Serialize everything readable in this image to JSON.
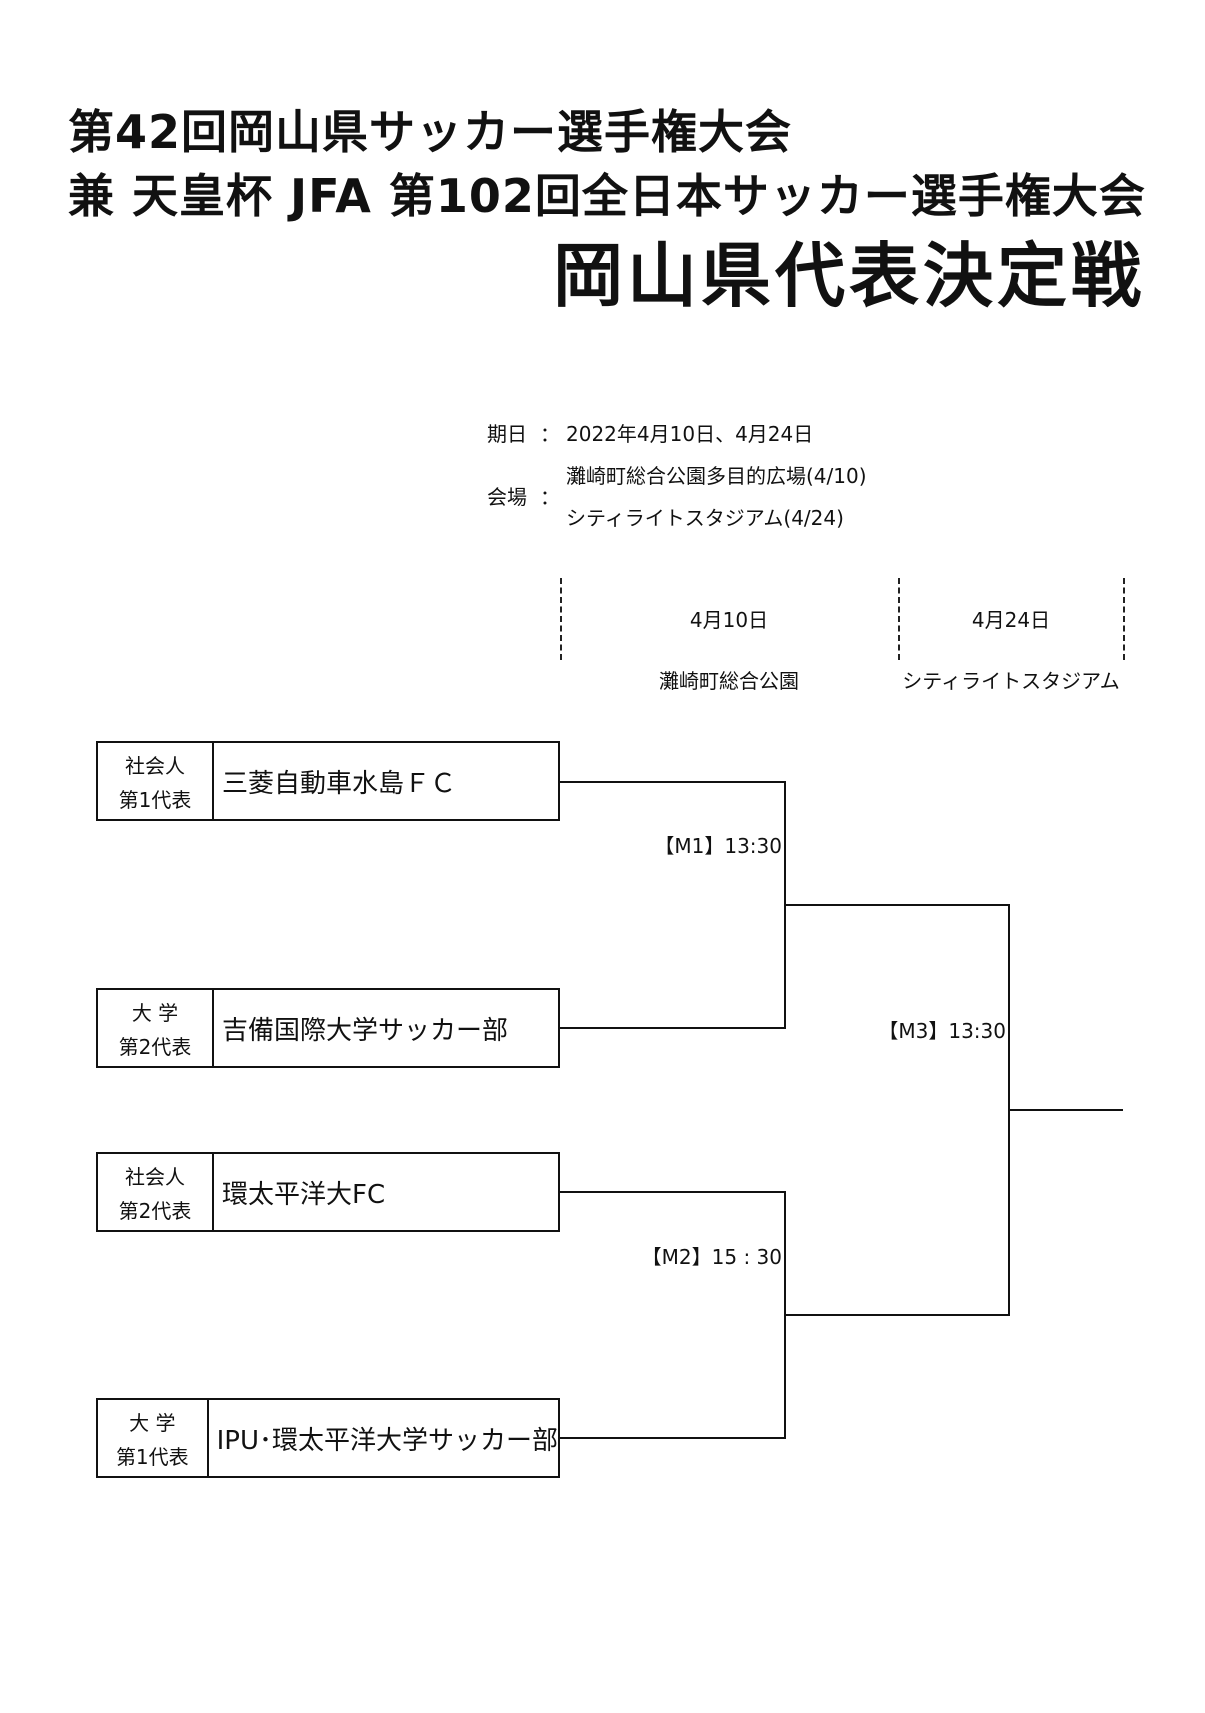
{
  "header": {
    "title_line1": "第42回岡山県サッカー選手権大会",
    "title_line2": "兼 天皇杯 JFA 第102回全日本サッカー選手権大会",
    "title_line3": "岡山県代表決定戦"
  },
  "info": {
    "date_label": "期日",
    "date_value": "2022年4月10日、4月24日",
    "venue_label": "会場",
    "colon": "：",
    "venue_line1": "灘崎町総合公園多目的広場(4/10)",
    "venue_line2": "シティライトスタジアム(4/24)"
  },
  "columns": [
    {
      "date": "4月10日",
      "venue": "灘崎町総合公園"
    },
    {
      "date": "4月24日",
      "venue": "シティライトスタジアム"
    }
  ],
  "teams": [
    {
      "cat1": "社会人",
      "cat2": "第1代表",
      "name": "三菱自動車水島ＦＣ"
    },
    {
      "cat1": "大 学",
      "cat2": "第2代表",
      "name": "吉備国際大学サッカー部"
    },
    {
      "cat1": "社会人",
      "cat2": "第2代表",
      "name": "環太平洋大FC"
    },
    {
      "cat1": "大 学",
      "cat2": "第1代表",
      "name": "IPU･環太平洋大学サッカー部"
    }
  ],
  "matches": [
    {
      "label": "【M1】13:30"
    },
    {
      "label": "【M2】15 : 30"
    },
    {
      "label": "【M3】13:30"
    }
  ]
}
